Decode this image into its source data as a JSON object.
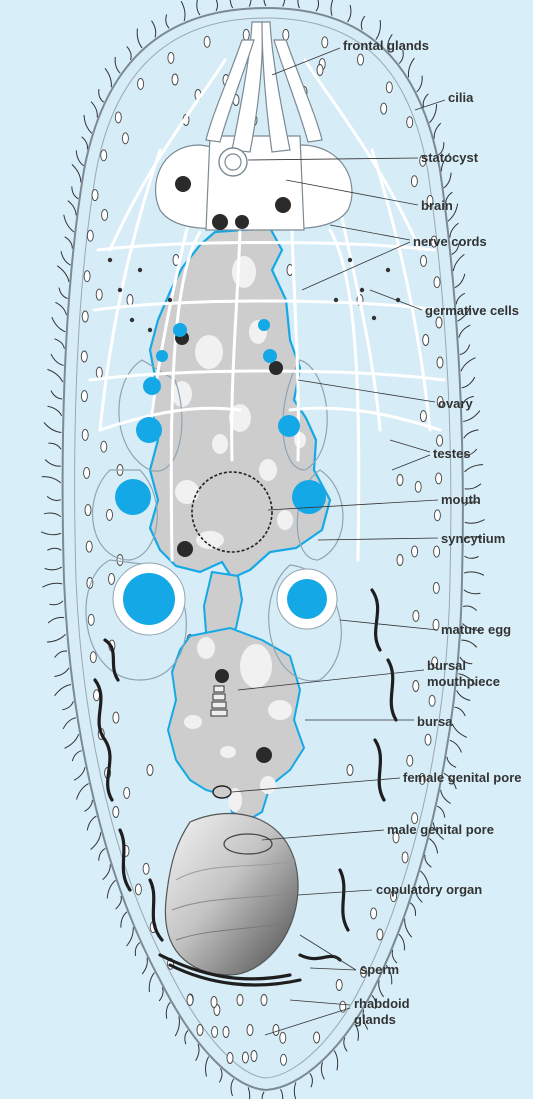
{
  "diagram": {
    "colors": {
      "background": "#d8eef8",
      "body_fill": "#d6ecf7",
      "body_outline": "#7b8a93",
      "nerve_white": "#ffffff",
      "syncytium_gray": "#cdcdcd",
      "blue_accent": "#14a9e6",
      "dark": "#222222",
      "label_text": "#333333"
    },
    "labels": [
      {
        "id": "frontal-glands",
        "text": "frontal glands"
      },
      {
        "id": "cilia",
        "text": "cilia"
      },
      {
        "id": "statocyst",
        "text": "statocyst"
      },
      {
        "id": "brain",
        "text": "brain"
      },
      {
        "id": "nerve-cords",
        "text": "nerve cords"
      },
      {
        "id": "germative-cells",
        "text": "germative cells"
      },
      {
        "id": "ovary",
        "text": "ovary"
      },
      {
        "id": "testes",
        "text": "testes"
      },
      {
        "id": "mouth",
        "text": "mouth"
      },
      {
        "id": "syncytium",
        "text": "syncytium"
      },
      {
        "id": "mature-egg",
        "text": "mature egg"
      },
      {
        "id": "bursal-mouthpiece",
        "text": "bursal\nmouthpiece"
      },
      {
        "id": "bursa",
        "text": "bursa"
      },
      {
        "id": "female-genital-pore",
        "text": "female genital pore"
      },
      {
        "id": "male-genital-pore",
        "text": "male genital pore"
      },
      {
        "id": "copulatory-organ",
        "text": "copulatory organ"
      },
      {
        "id": "sperm",
        "text": "sperm"
      },
      {
        "id": "rhabdoid-glands",
        "text": "rhabdoid\nglands"
      }
    ]
  }
}
